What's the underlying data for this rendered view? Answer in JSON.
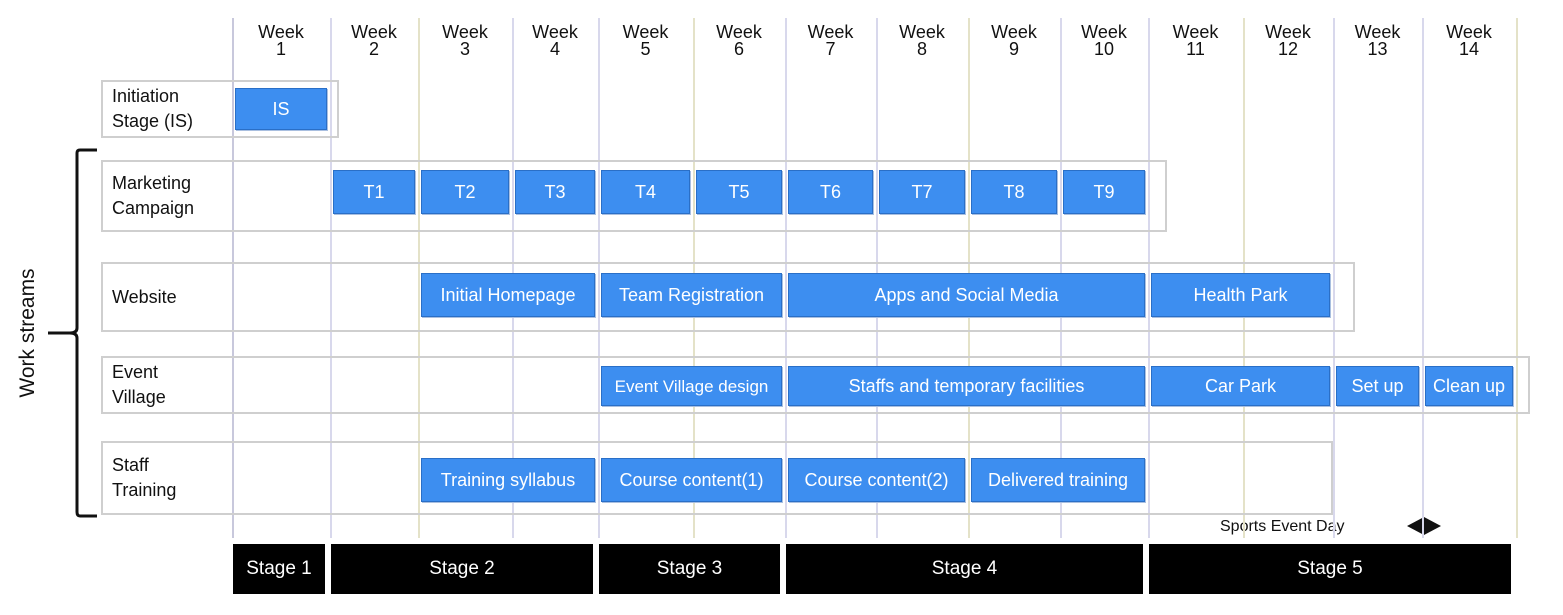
{
  "chart_data": {
    "type": "gantt",
    "title": "",
    "weeks": [
      {
        "top": "Week",
        "num": "1"
      },
      {
        "top": "Week",
        "num": "2"
      },
      {
        "top": "Week",
        "num": "3"
      },
      {
        "top": "Week",
        "num": "4"
      },
      {
        "top": "Week",
        "num": "5"
      },
      {
        "top": "Week",
        "num": "6"
      },
      {
        "top": "Week",
        "num": "7"
      },
      {
        "top": "Week",
        "num": "8"
      },
      {
        "top": "Week",
        "num": "9"
      },
      {
        "top": "Week",
        "num": "10"
      },
      {
        "top": "Week",
        "num": "11"
      },
      {
        "top": "Week",
        "num": "12"
      },
      {
        "top": "Week",
        "num": "13"
      },
      {
        "top": "Week",
        "num": "14"
      }
    ],
    "group_label": "Work streams",
    "rows": [
      {
        "label_lines": [
          "Initiation",
          "Stage (IS)"
        ],
        "tasks": [
          {
            "label": "IS",
            "start": 1,
            "end": 1
          }
        ]
      },
      {
        "label_lines": [
          "Marketing",
          "Campaign"
        ],
        "tasks": [
          {
            "label": "T1",
            "start": 2,
            "end": 2
          },
          {
            "label": "T2",
            "start": 3,
            "end": 3
          },
          {
            "label": "T3",
            "start": 4,
            "end": 4
          },
          {
            "label": "T4",
            "start": 5,
            "end": 5
          },
          {
            "label": "T5",
            "start": 6,
            "end": 6
          },
          {
            "label": "T6",
            "start": 7,
            "end": 7
          },
          {
            "label": "T7",
            "start": 8,
            "end": 8
          },
          {
            "label": "T8",
            "start": 9,
            "end": 9
          },
          {
            "label": "T9",
            "start": 10,
            "end": 10
          }
        ]
      },
      {
        "label_lines": [
          "Website"
        ],
        "tasks": [
          {
            "label": "Initial Homepage",
            "start": 3,
            "end": 4
          },
          {
            "label": "Team Registration",
            "start": 5,
            "end": 6
          },
          {
            "label": "Apps and Social Media",
            "start": 7,
            "end": 10
          },
          {
            "label": "Health Park",
            "start": 11,
            "end": 12
          }
        ]
      },
      {
        "label_lines": [
          "Event",
          "Village"
        ],
        "tasks": [
          {
            "label": "Event Village design",
            "start": 5,
            "end": 6
          },
          {
            "label": "Staffs and temporary facilities",
            "start": 7,
            "end": 10
          },
          {
            "label": "Car Park",
            "start": 11,
            "end": 12
          },
          {
            "label": "Set up",
            "start": 13,
            "end": 13
          },
          {
            "label": "Clean up",
            "start": 14,
            "end": 14
          }
        ]
      },
      {
        "label_lines": [
          "Staff",
          "Training"
        ],
        "tasks": [
          {
            "label": "Training syllabus",
            "start": 3,
            "end": 4
          },
          {
            "label": "Course content(1)",
            "start": 5,
            "end": 6
          },
          {
            "label": "Course content(2)",
            "start": 7,
            "end": 8
          },
          {
            "label": "Delivered training",
            "start": 9,
            "end": 10
          }
        ]
      }
    ],
    "stages": [
      {
        "label": "Stage 1",
        "start": 1,
        "end": 1
      },
      {
        "label": "Stage 2",
        "start": 2,
        "end": 4
      },
      {
        "label": "Stage 3",
        "start": 5,
        "end": 6
      },
      {
        "label": "Stage 4",
        "start": 7,
        "end": 10
      },
      {
        "label": "Stage 5",
        "start": 11,
        "end": 14
      }
    ],
    "milestone": {
      "label": "Sports Event Day",
      "week": 14
    }
  },
  "colors": {
    "task_bar": "#3d8ef0",
    "task_text": "#ffffff",
    "stage_bar": "#000000",
    "stage_text": "#ffffff"
  }
}
